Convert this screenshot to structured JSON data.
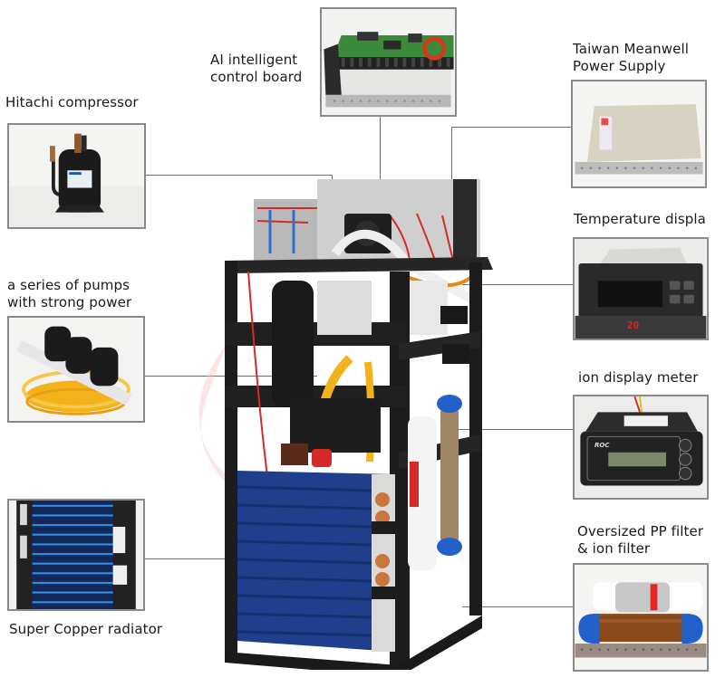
{
  "title": "Chiller component overview",
  "components": [
    {
      "id": "compressor",
      "label": "Hitachi compressor"
    },
    {
      "id": "control-board",
      "label_lines": [
        "AI intelligent",
        "control board"
      ]
    },
    {
      "id": "power-supply",
      "label_lines": [
        "Taiwan Meanwell",
        "Power Supply"
      ]
    },
    {
      "id": "pumps",
      "label_lines": [
        "a series of pumps",
        "with strong power"
      ]
    },
    {
      "id": "temperature-display",
      "label": "Temperature displa",
      "readout": "20"
    },
    {
      "id": "ion-meter",
      "label": "ion display meter",
      "brand": "ROC"
    },
    {
      "id": "filters",
      "label_lines": [
        "Oversized PP filter",
        "& ion filter"
      ]
    },
    {
      "id": "radiator",
      "label": "Super Copper radiator"
    }
  ],
  "colors": {
    "frame": "#1c1c1c",
    "text": "#1a1a1a",
    "leader": "#6e6e6e",
    "border": "#8a8a8a",
    "radiator_blue": "#1f3f8c",
    "copper": "#c8773a",
    "hose_yellow": "#f1b21b",
    "wire_red": "#d42a2a",
    "pcb_green": "#3c8a3c",
    "filter_blue": "#2360c9",
    "led_red": "#e51f1f"
  }
}
